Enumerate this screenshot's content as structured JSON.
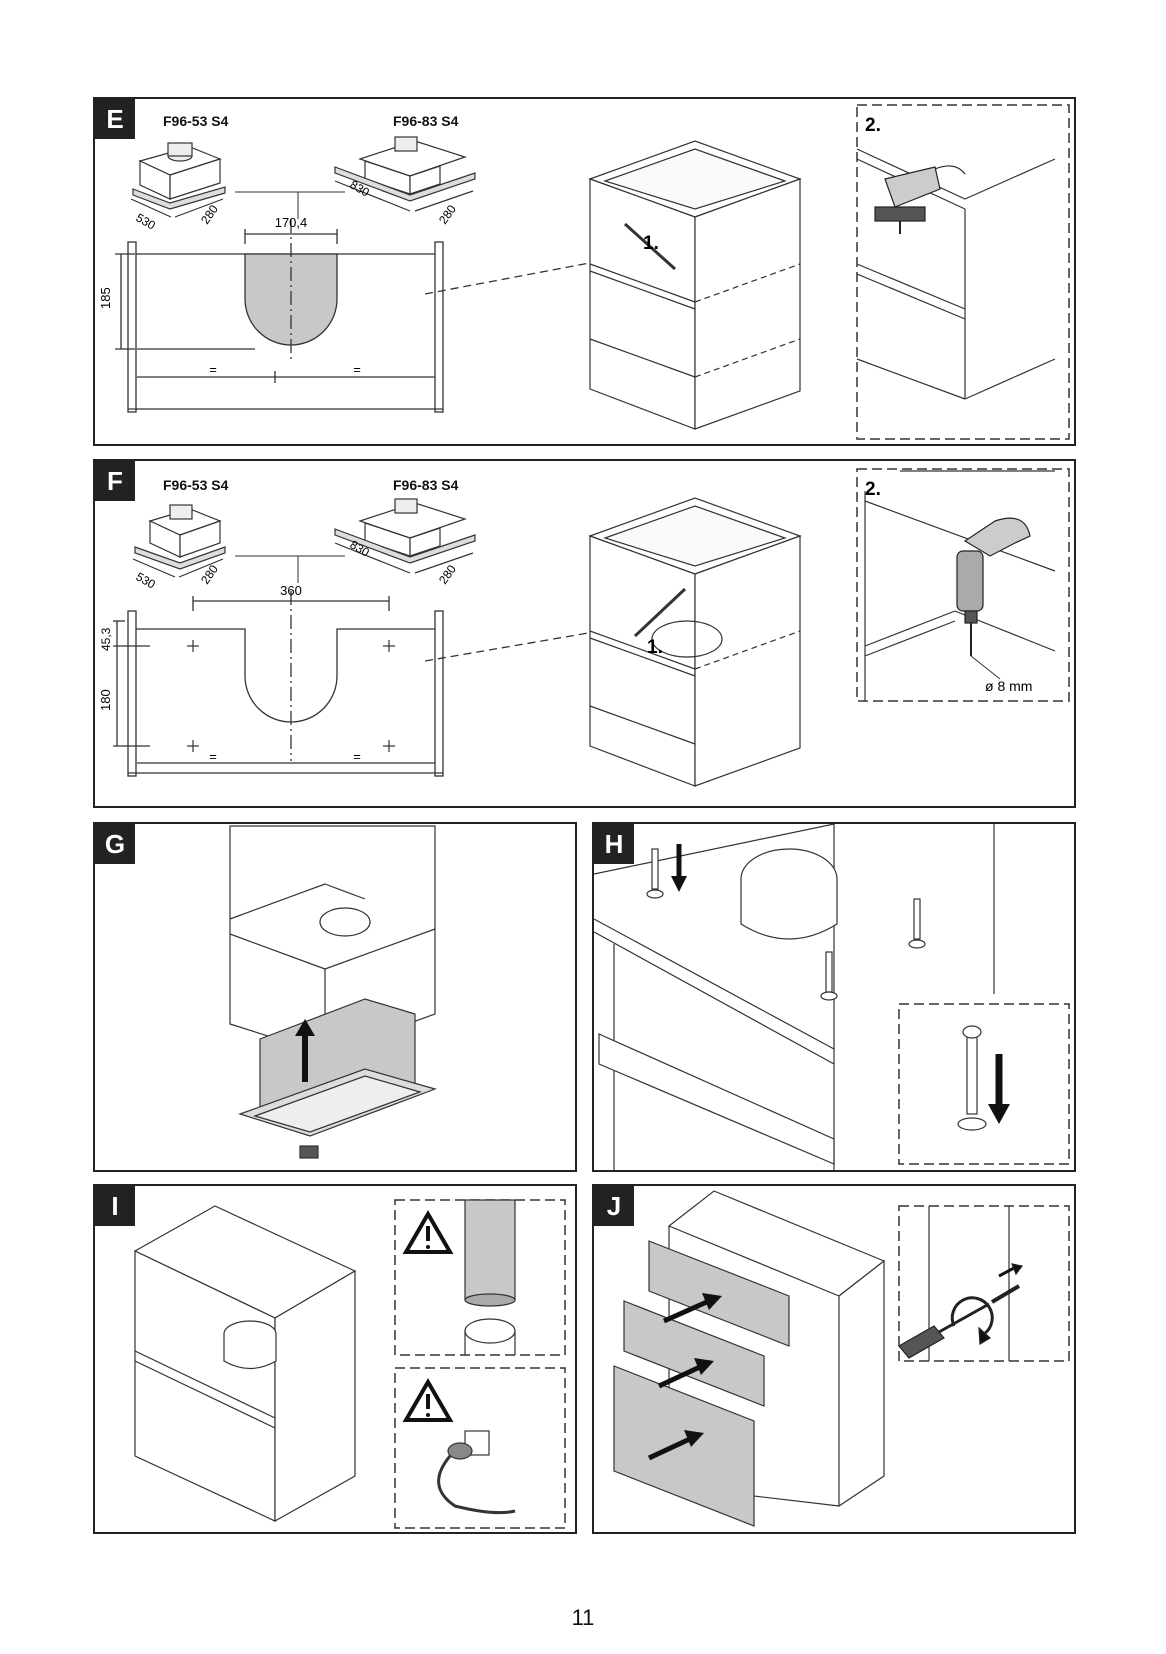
{
  "panels": {
    "E": {
      "badge": "E",
      "model_left": "F96-53 S4",
      "model_right": "F96-83 S4",
      "dim_530": "530",
      "dim_280_left": "280",
      "dim_830": "830",
      "dim_280_right": "280",
      "width_dim": "170,4",
      "height_dim": "185",
      "equal_left": "=",
      "equal_right": "=",
      "step1": "1.",
      "step2": "2."
    },
    "F": {
      "badge": "F",
      "model_left": "F96-53 S4",
      "model_right": "F96-83 S4",
      "dim_530": "530",
      "dim_280_left": "280",
      "dim_830": "830",
      "dim_280_right": "280",
      "width_dim": "360",
      "top_dim": "45,3",
      "height_dim": "180",
      "equal_left": "=",
      "equal_right": "=",
      "step1": "1.",
      "step2": "2.",
      "drill_size": "ø 8 mm"
    },
    "G": {
      "badge": "G"
    },
    "H": {
      "badge": "H"
    },
    "I": {
      "badge": "I"
    },
    "J": {
      "badge": "J"
    }
  },
  "page_number": "11",
  "colors": {
    "frame": "#222222",
    "badge_bg": "#222222",
    "grey_fill": "#c8c8c8",
    "line": "#333333"
  },
  "icons": [
    "warning-icon",
    "jigsaw-icon",
    "drill-icon",
    "screwdriver-icon",
    "plug-icon",
    "arrow-up-icon",
    "arrow-down-icon",
    "bolt-icon"
  ]
}
